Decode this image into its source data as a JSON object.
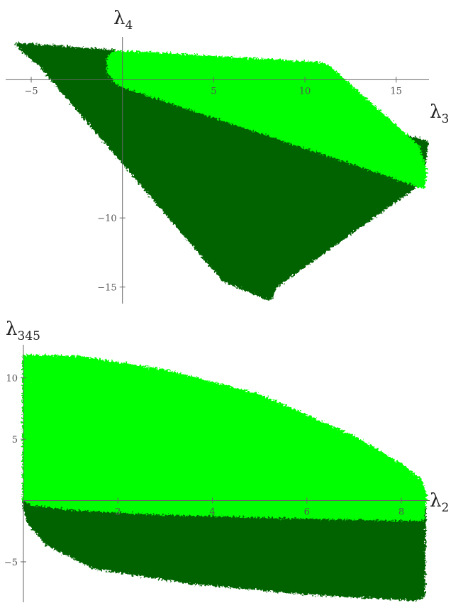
{
  "chart_data": [
    {
      "type": "scatter",
      "xlabel": "λ",
      "xlabel_sub": "3",
      "ylabel": "λ",
      "ylabel_sub": "4",
      "xlim": [
        -6.4,
        16.8
      ],
      "ylim": [
        -16.2,
        3.1
      ],
      "xticks": [
        -5,
        5,
        10,
        15
      ],
      "yticks": [
        -10,
        -15
      ],
      "grid": false,
      "colors": {
        "dark": "#006400",
        "light": "#00ff00"
      },
      "series": [
        {
          "color": "#006400",
          "region": [
            [
              -5.8,
              2.6
            ],
            [
              -0.5,
              2.1
            ],
            [
              16.7,
              -4.5
            ],
            [
              16.6,
              -5.8
            ],
            [
              16.5,
              -6.8
            ],
            [
              16.3,
              -7.5
            ],
            [
              15.7,
              -8.1
            ],
            [
              8.4,
              -15.0
            ],
            [
              8.2,
              -15.8
            ],
            [
              8.0,
              -15.9
            ],
            [
              5.5,
              -14.5
            ],
            [
              -4.5,
              1.0
            ],
            [
              -5.5,
              2.1
            ]
          ]
        },
        {
          "color": "#00ff00",
          "region": [
            [
              -0.5,
              2.0
            ],
            [
              -0.8,
              1.5
            ],
            [
              -0.8,
              0.5
            ],
            [
              -0.3,
              -0.3
            ],
            [
              0.5,
              -0.7
            ],
            [
              10.5,
              -5.1
            ],
            [
              16.5,
              -7.8
            ],
            [
              16.6,
              -7.0
            ],
            [
              16.6,
              -6.5
            ],
            [
              16.2,
              -4.8
            ],
            [
              12.3,
              -0.2
            ],
            [
              11.3,
              1.0
            ],
            [
              10.8,
              1.2
            ],
            [
              0.5,
              2.0
            ]
          ]
        }
      ]
    },
    {
      "type": "scatter",
      "xlabel": "λ",
      "xlabel_sub": "2",
      "ylabel": "λ",
      "ylabel_sub": "345",
      "xlim": [
        0,
        8.6
      ],
      "ylim": [
        -8.3,
        12.7
      ],
      "xticks": [
        2,
        4,
        6,
        8
      ],
      "yticks": [
        10,
        5,
        -5
      ],
      "grid": false,
      "colors": {
        "dark": "#006400",
        "light": "#00ff00"
      },
      "series": [
        {
          "color": "#006400",
          "region": [
            [
              0,
              0.5
            ],
            [
              8.5,
              0.5
            ],
            [
              8.5,
              -1.6
            ],
            [
              8.48,
              -7.8
            ],
            [
              8.3,
              -8.1
            ],
            [
              6.0,
              -7.6
            ],
            [
              3.5,
              -6.7
            ],
            [
              1.5,
              -5.5
            ],
            [
              0.5,
              -3.6
            ],
            [
              0.1,
              -1.8
            ],
            [
              0,
              -0.5
            ]
          ]
        },
        {
          "color": "#00ff00",
          "region": [
            [
              0,
              11.8
            ],
            [
              1.2,
              11.7
            ],
            [
              3.0,
              10.6
            ],
            [
              5.0,
              8.6
            ],
            [
              7.0,
              5.2
            ],
            [
              8.0,
              2.9
            ],
            [
              8.4,
              1.7
            ],
            [
              8.52,
              0.4
            ],
            [
              8.45,
              -1.6
            ],
            [
              6.0,
              -1.4
            ],
            [
              3.0,
              -1.1
            ],
            [
              1.0,
              -0.7
            ],
            [
              0.2,
              -0.3
            ],
            [
              0,
              0
            ]
          ]
        }
      ]
    }
  ]
}
